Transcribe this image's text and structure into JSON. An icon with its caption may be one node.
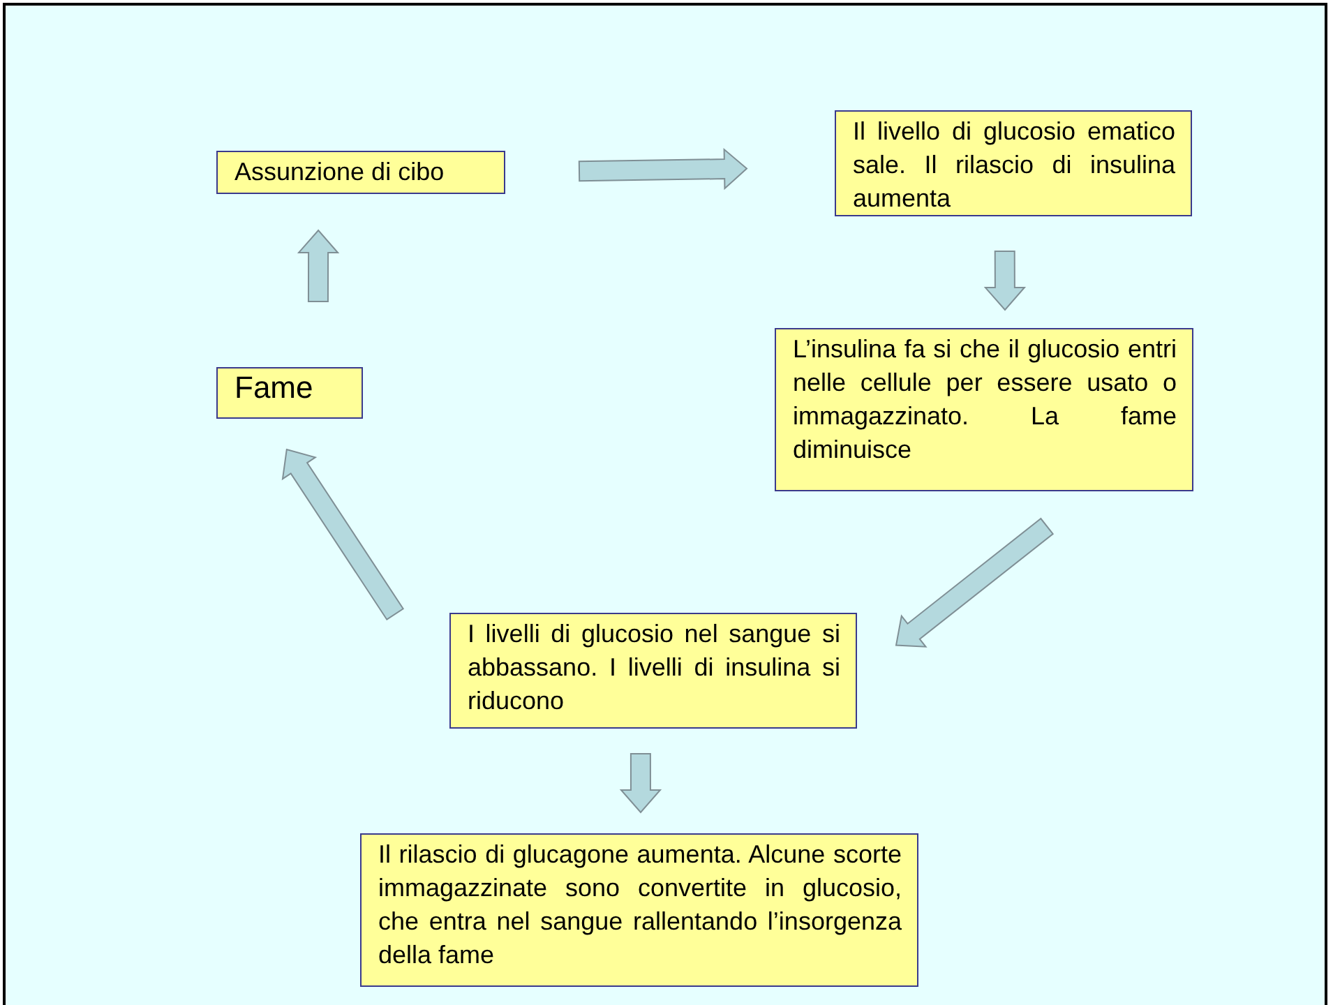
{
  "diagram": {
    "nodes": [
      {
        "text": [
          "Assunzione di cibo"
        ]
      },
      {
        "text": [
          "Il livello di glucosio ematico sale. Il rilascio di insulina aumenta"
        ]
      },
      {
        "text": [
          "L’insulina fa si che il glucosio entri nelle cellule per essere usato o immagazzinato. La fame diminuisce"
        ]
      },
      {
        "text": [
          "Fame"
        ]
      },
      {
        "text": [
          "I livelli di glucosio nel sangue si abbassano. I livelli di insulina si riducono"
        ]
      },
      {
        "text": [
          "Il rilascio di glucagone aumenta. Alcune scorte immagazzinate sono convertite in glucosio, che entra nel sangue rallentando l’insorgenza della fame"
        ]
      }
    ],
    "edges": [
      {
        "from": 0,
        "to": 1,
        "arrow": "to"
      },
      {
        "from": 1,
        "to": 2,
        "arrow": "to"
      },
      {
        "from": 2,
        "to": 4,
        "arrow": "to"
      },
      {
        "from": 4,
        "to": 3,
        "arrow": "to"
      },
      {
        "from": 3,
        "to": 0,
        "arrow": "to"
      },
      {
        "from": 4,
        "to": 5,
        "arrow": "to"
      }
    ]
  }
}
